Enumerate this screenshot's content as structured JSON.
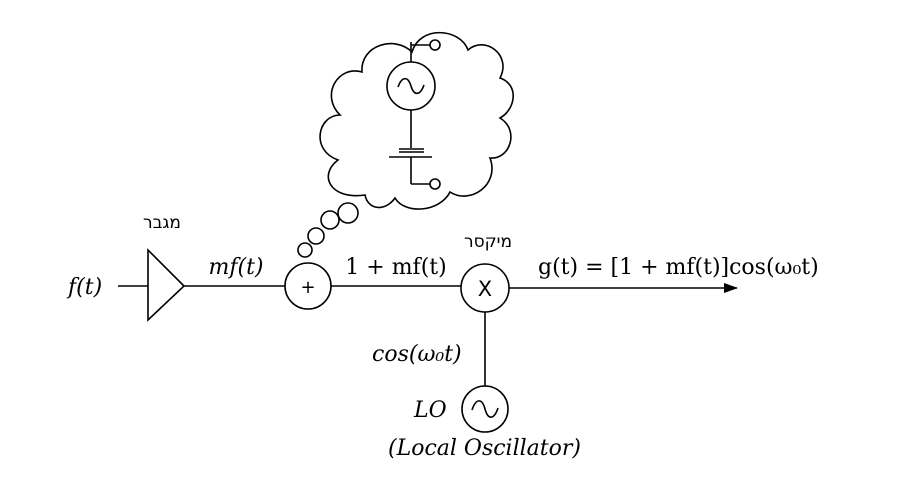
{
  "labels": {
    "input_signal": "f(t)",
    "amplifier": "מגבר",
    "amplified_signal": "mf(t)",
    "adder_symbol": "+",
    "mixer": "מיקסר",
    "mixer_symbol": "X",
    "dc_added_signal": "1 + mf(t)",
    "output_signal": "g(t) = [1 + mf(t)]cos(ω₀t)",
    "lo_signal": "cos(ω₀t)",
    "lo_label": "LO",
    "lo_full_name": "(Local Oscillator)"
  },
  "icons": {
    "source": "ac-source-icon",
    "battery": "dc-battery-icon",
    "lo_source": "sine-oscillator-icon",
    "thought_bubble": "thought-cloud"
  }
}
